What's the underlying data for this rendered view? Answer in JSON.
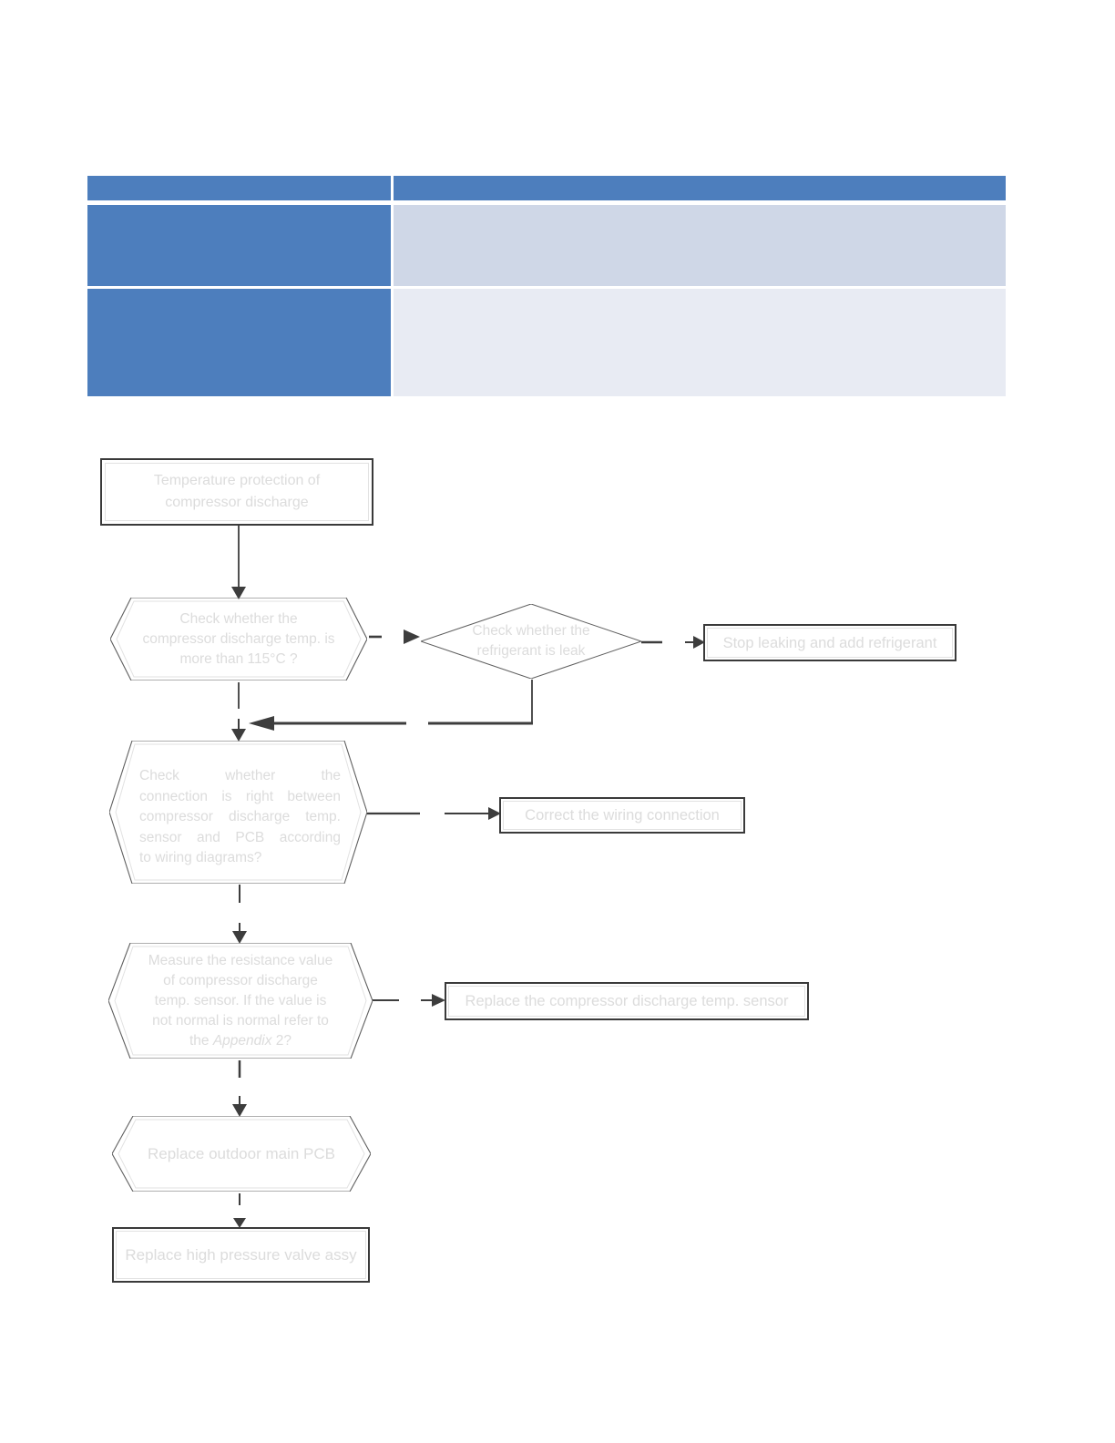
{
  "theme": {
    "table-header-bg": "#4d7ebd",
    "table-row1-bg": "#cfd7e7",
    "table-row2-bg": "#e8ebf3",
    "connector-color": "#3d3d3d",
    "shape-border-color": "#5f5f5f",
    "box-border-color": "#3a3a3a",
    "faint-inner-border": "#e2e2e2",
    "faint-text": "#dcdcdc"
  },
  "table": {
    "header": {
      "left": "",
      "right": ""
    },
    "rows": [
      {
        "left": "",
        "right": ""
      },
      {
        "left": "",
        "right": ""
      }
    ]
  },
  "flowchart": {
    "title_box": {
      "lines": [
        "Temperature protection of",
        "compressor discharge"
      ]
    },
    "hex_discharge_temp": {
      "lines": [
        "Check whether the",
        "compressor discharge temp. is",
        "more than 115°C ?"
      ]
    },
    "diamond_refrigerant": {
      "lines": [
        "Check whether the",
        "refrigerant is leak"
      ]
    },
    "box_stop_leaking": {
      "label": "Stop leaking and add refrigerant"
    },
    "hex_connection": {
      "lines": [
        "Check whether the",
        "connection is right between",
        "compressor discharge temp.",
        "sensor and PCB according",
        "to wiring diagrams?"
      ]
    },
    "box_correct_wiring": {
      "label": "Correct the wiring connection"
    },
    "hex_resistance": {
      "lines": [
        "Measure the resistance value",
        "of compressor discharge",
        "temp. sensor. If the value is",
        "not normal is normal refer to"
      ],
      "last_line_prefix": "the ",
      "last_line_italic": "Appendix",
      "last_line_suffix": " 2?"
    },
    "box_replace_sensor": {
      "label": "Replace the compressor discharge temp. sensor"
    },
    "hex_replace_pcb": {
      "label": "Replace outdoor main PCB"
    },
    "box_replace_valve": {
      "label": "Replace high pressure valve assy"
    }
  }
}
